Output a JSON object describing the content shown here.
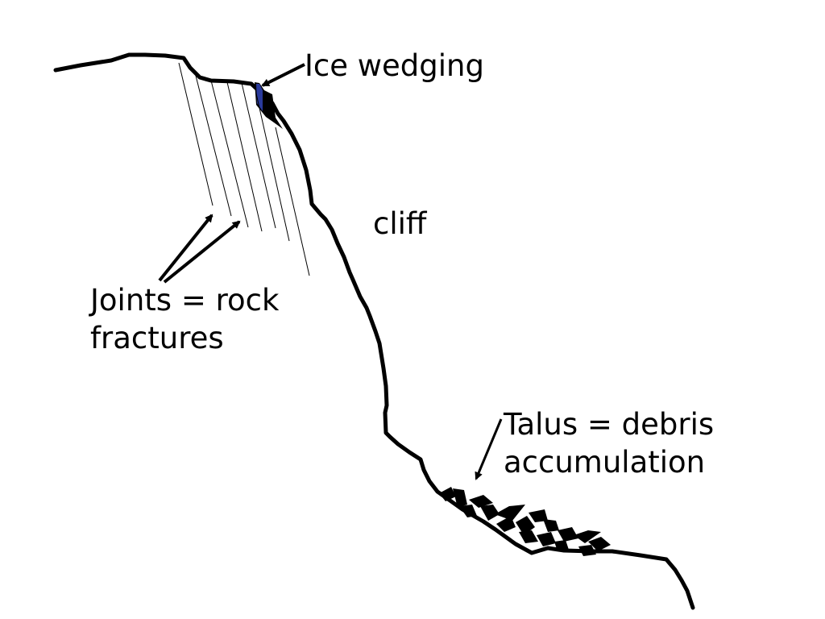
{
  "labels": {
    "ice_wedging": "Ice wedging",
    "cliff": "cliff",
    "joints_line1": "Joints = rock",
    "joints_line2": "fractures",
    "talus_line1": "Talus = debris",
    "talus_line2": "accumulation"
  },
  "colors": {
    "ink": "#000000",
    "ice": "#2a3a9c",
    "background": "#ffffff"
  }
}
